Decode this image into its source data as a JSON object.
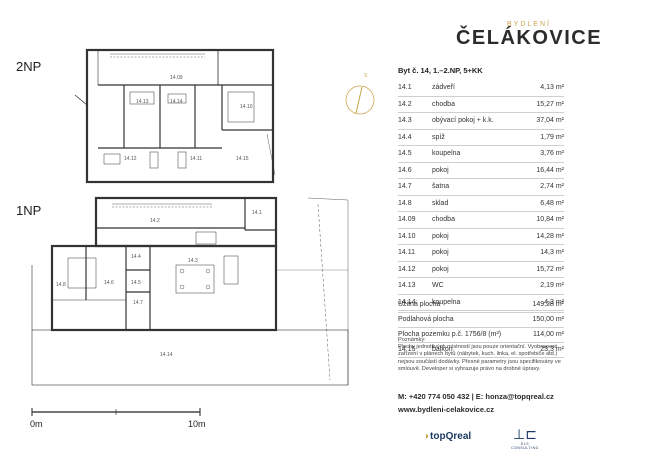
{
  "brand": {
    "top": "BYDLENÍ",
    "name": "ČELÁKOVICE"
  },
  "floors": {
    "upper": "2NP",
    "lower": "1NP"
  },
  "compass": {
    "north": "S"
  },
  "scale": {
    "start": "0m",
    "end": "10m"
  },
  "apartment_title": "Byt č. 14, 1.–2.NP, 5+KK",
  "rooms": [
    {
      "id": "14.1",
      "name": "zádveří",
      "area": "4,13 m²"
    },
    {
      "id": "14.2",
      "name": "chodba",
      "area": "15,27 m²"
    },
    {
      "id": "14.3",
      "name": "obývací pokoj + k.k.",
      "area": "37,04 m²"
    },
    {
      "id": "14.4",
      "name": "spíž",
      "area": "1,79 m²"
    },
    {
      "id": "14.5",
      "name": "koupelna",
      "area": "3,76 m²"
    },
    {
      "id": "14.6",
      "name": "pokoj",
      "area": "16,44 m²"
    },
    {
      "id": "14.7",
      "name": "šatna",
      "area": "2,74 m²"
    },
    {
      "id": "14.8",
      "name": "sklad",
      "area": "6,48 m²"
    },
    {
      "id": "14.09",
      "name": "chodba",
      "area": "10,84 m²"
    },
    {
      "id": "14.10",
      "name": "pokoj",
      "area": "14,28 m²"
    },
    {
      "id": "14.11",
      "name": "pokoj",
      "area": "14,3 m²"
    },
    {
      "id": "14.12",
      "name": "pokoj",
      "area": "15,72 m²"
    },
    {
      "id": "14.13",
      "name": "WC",
      "area": "2,19 m²"
    },
    {
      "id": "14.14",
      "name": "koupelna",
      "area": "4,3 m²"
    }
  ],
  "summary": {
    "usable_label": "Užitná plocha",
    "usable": "149,28 m²",
    "floor_label": "Podlahová plocha",
    "floor": "150,00 m²",
    "plot_label": "Plocha pozemku p.č. 1756/8 (m²)",
    "plot": "114,00 m²",
    "balcony_id": "14.15",
    "balcony_label": "balkon",
    "balcony": "23,3 m²"
  },
  "notes": {
    "title": "Poznámky:",
    "text": "Plochy jednotlivých místností jsou pouze orientační. Vyobrazené zařízení v plánech bytů (nábytek, kuch. linka, el. spotřebiče atd.) nejsou součástí dodávky. Přesné parametry jsou specifikovány ve smlouvě. Developer si vyhrazuje právo na drobné úpravy."
  },
  "contact": {
    "line": "M: +420 774 050 432  |  E: honza@topqreal.cz",
    "web": "www.bydleni-celakovice.cz"
  },
  "logos": {
    "topqreal": "topQreal",
    "els": "ELS CONSULTING"
  },
  "plan_labels": {
    "upper": [
      "14.09",
      "14.14",
      "14.13",
      "14.10",
      "14.12",
      "14.11",
      "14.15"
    ],
    "lower": [
      "14.2",
      "14.1",
      "14.3",
      "14.4",
      "14.5",
      "14.6",
      "14.7",
      "14.8",
      "14.14"
    ]
  }
}
